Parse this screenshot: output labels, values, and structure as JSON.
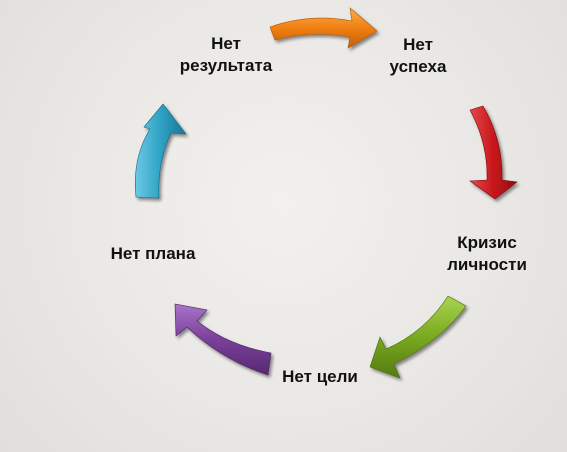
{
  "diagram": {
    "nodes": [
      {
        "id": "no-result",
        "lines": [
          "Нет",
          "результата"
        ]
      },
      {
        "id": "no-success",
        "lines": [
          "Нет",
          "успеха"
        ]
      },
      {
        "id": "identity-crisis",
        "lines": [
          "Кризис",
          "личности"
        ]
      },
      {
        "id": "no-goal",
        "lines": [
          "Нет цели"
        ]
      },
      {
        "id": "no-plan",
        "lines": [
          "Нет плана"
        ]
      }
    ],
    "edges": [
      {
        "from": "no-result",
        "to": "no-success",
        "color": "#f07f12"
      },
      {
        "from": "no-success",
        "to": "identity-crisis",
        "color": "#c8171c"
      },
      {
        "from": "identity-crisis",
        "to": "no-goal",
        "color": "#78a91f"
      },
      {
        "from": "no-goal",
        "to": "no-plan",
        "color": "#7a3f9a"
      },
      {
        "from": "no-plan",
        "to": "no-result",
        "color": "#2ea2c4"
      }
    ]
  }
}
